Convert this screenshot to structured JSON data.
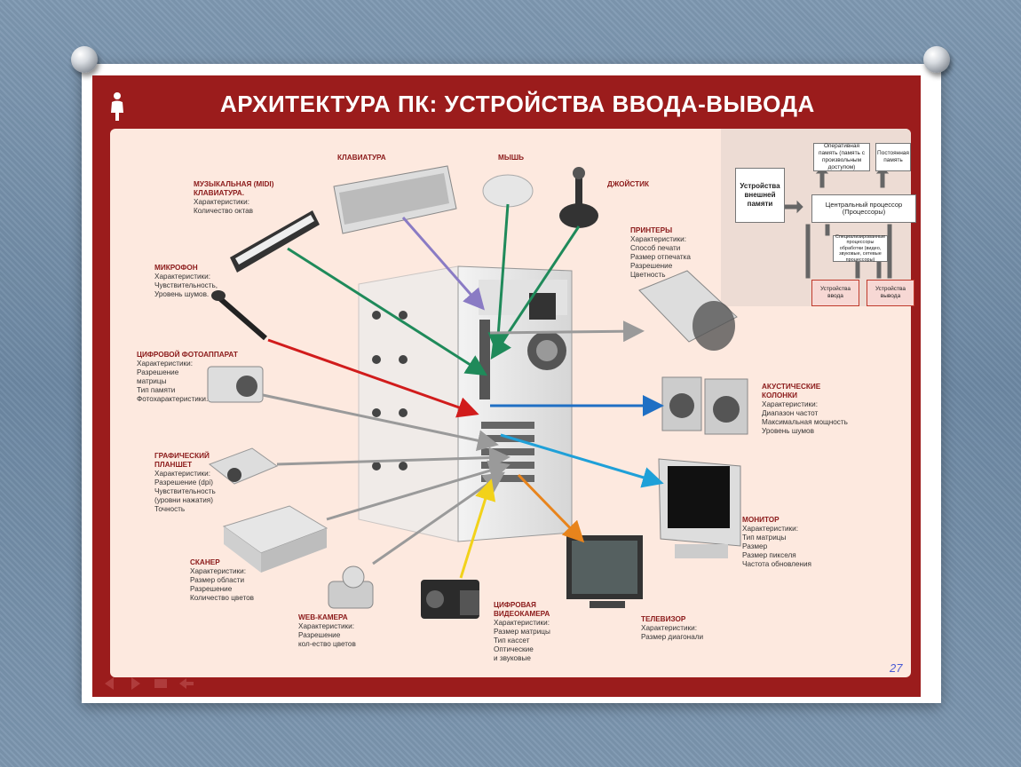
{
  "title": "АРХИТЕКТУРА ПК: УСТРОЙСТВА ВВОДА-ВЫВОДА",
  "page_number": "27",
  "devices": {
    "midi": {
      "heading": [
        "МУЗЫКАЛЬНАЯ (MIDI)",
        "КЛАВИАТУРА."
      ],
      "lines": [
        "Характеристики:",
        "Количество октав"
      ]
    },
    "keyboard": {
      "heading": [
        "КЛАВИАТУРА"
      ],
      "lines": []
    },
    "mouse": {
      "heading": [
        "МЫШЬ"
      ],
      "lines": []
    },
    "joystick": {
      "heading": [
        "ДЖОЙСТИК"
      ],
      "lines": []
    },
    "printers": {
      "heading": [
        "ПРИНТЕРЫ"
      ],
      "lines": [
        "Характеристики:",
        "Способ печати",
        "Размер отпечатка",
        "Разрешение",
        "Цветность"
      ]
    },
    "microphone": {
      "heading": [
        "МИКРОФОН"
      ],
      "lines": [
        "Характеристики:",
        "Чувствительность,",
        "Уровень шумов."
      ]
    },
    "camera": {
      "heading": [
        "ЦИФРОВОЙ ФОТОАППАРАТ"
      ],
      "lines": [
        "Характеристики:",
        "Разрешение",
        "матрицы",
        "Тип памяти",
        "Фотохарактеристики."
      ]
    },
    "speakers": {
      "heading": [
        "АКУСТИЧЕСКИЕ",
        "КОЛОНКИ"
      ],
      "lines": [
        "Характеристики:",
        "Диапазон частот",
        "Максимальная мощность",
        "Уровень шумов"
      ]
    },
    "tablet": {
      "heading": [
        "ГРАФИЧЕСКИЙ",
        "ПЛАНШЕТ"
      ],
      "lines": [
        "Характеристики:",
        "Разрешение (dpi)",
        "Чувствительность",
        "(уровни нажатия)",
        "Точность"
      ]
    },
    "monitor": {
      "heading": [
        "МОНИТОР"
      ],
      "lines": [
        "Характеристики:",
        "Тип матрицы",
        "Размер",
        "Размер пикселя",
        "Частота обновления"
      ]
    },
    "scanner": {
      "heading": [
        "СКАНЕР"
      ],
      "lines": [
        "Характеристики:",
        "Размер области",
        "Разрешение",
        "Количество цветов"
      ]
    },
    "webcam": {
      "heading": [
        "WEB-КАМЕРА"
      ],
      "lines": [
        "Характеристики:",
        "Разрешение",
        "кол-ество цветов"
      ]
    },
    "camcorder": {
      "heading": [
        "ЦИФРОВАЯ",
        "ВИДЕОКАМЕРА"
      ],
      "lines": [
        "Характеристики:",
        "Размер матрицы",
        "Тип кассет",
        "Оптические",
        "и звуковые"
      ]
    },
    "tv": {
      "heading": [
        "ТЕЛЕВИЗОР"
      ],
      "lines": [
        "Характеристики:",
        "Размер диагонали"
      ]
    }
  },
  "scheme": {
    "external_memory": "Устройства внешней памяти",
    "ram": "Оперативная память (память с произвольным доступом)",
    "rom": "Постоянная память",
    "cpu": "Центральный процессор (Процессоры)",
    "special_cpu": "Специализированные процессоры обработки (видео, звуковые, сетевые процессоры)",
    "input": "Устройства ввода",
    "output": "Устройства вывода"
  },
  "colors": {
    "poster": "#9b1c1c",
    "panel": "#fde9df",
    "arrow_green": "#1f8a5a",
    "arrow_red": "#d11c1c",
    "arrow_blue": "#1f6fc4",
    "arrow_lightblue": "#1fa0d8",
    "arrow_yellow": "#f2d21a",
    "arrow_orange": "#e8841c",
    "arrow_gray": "#9a9a9a",
    "arrow_purple": "#8a7bc4"
  }
}
